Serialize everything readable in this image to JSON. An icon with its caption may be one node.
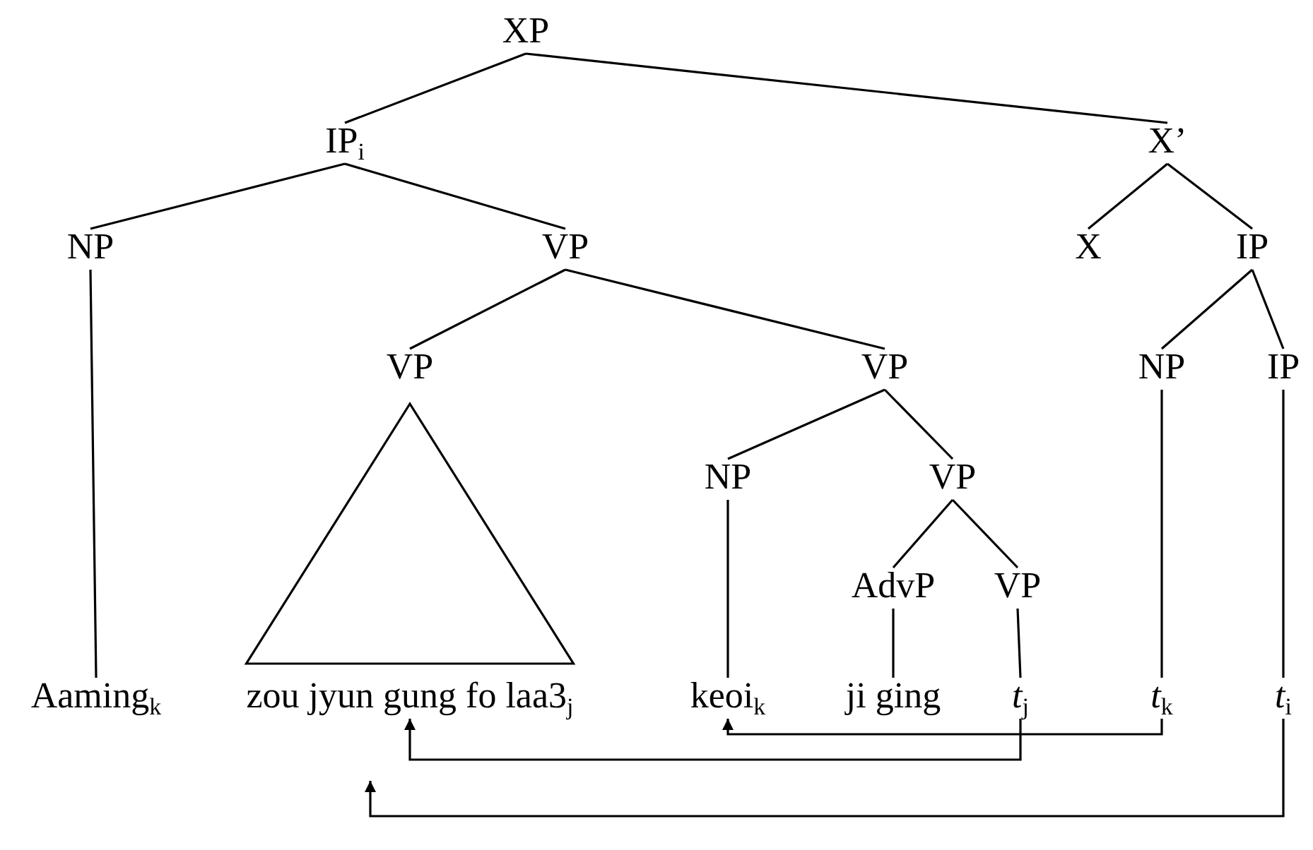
{
  "diagram": {
    "nodes": [
      {
        "text": [
          "XP"
        ]
      },
      {
        "text": [
          "IP$_{i}$"
        ]
      },
      {
        "text": [
          "X’"
        ]
      },
      {
        "text": [
          "NP"
        ]
      },
      {
        "text": [
          "VP"
        ]
      },
      {
        "text": [
          "X"
        ]
      },
      {
        "text": [
          "IP"
        ]
      },
      {
        "text": [
          "VP"
        ]
      },
      {
        "text": [
          "VP"
        ]
      },
      {
        "text": [
          "NP"
        ]
      },
      {
        "text": [
          "IP"
        ]
      },
      {
        "text": [
          "NP"
        ]
      },
      {
        "text": [
          "VP"
        ]
      },
      {
        "text": [
          "AdvP"
        ]
      },
      {
        "text": [
          "VP"
        ]
      },
      {
        "text": [
          "Aaming$_{k}$"
        ]
      },
      {
        "text": [
          "zou jyun gung fo laa3$_{j}$"
        ]
      },
      {
        "text": [
          "keoi$_{k}$"
        ]
      },
      {
        "text": [
          "ji ging"
        ]
      },
      {
        "text": [
          "*t*$_{j}$"
        ]
      },
      {
        "text": [
          "*t*$_{k}$"
        ]
      },
      {
        "text": [
          "*t*$_{i}$"
        ]
      }
    ],
    "edges": [
      {
        "from": 0,
        "to": 1,
        "arrow": "none"
      },
      {
        "from": 0,
        "to": 2,
        "arrow": "none"
      },
      {
        "from": 1,
        "to": 3,
        "arrow": "none"
      },
      {
        "from": 1,
        "to": 4,
        "arrow": "none"
      },
      {
        "from": 2,
        "to": 5,
        "arrow": "none"
      },
      {
        "from": 2,
        "to": 6,
        "arrow": "none"
      },
      {
        "from": 4,
        "to": 7,
        "arrow": "none"
      },
      {
        "from": 4,
        "to": 8,
        "arrow": "none"
      },
      {
        "from": 6,
        "to": 9,
        "arrow": "none"
      },
      {
        "from": 6,
        "to": 10,
        "arrow": "none"
      },
      {
        "from": 8,
        "to": 11,
        "arrow": "none"
      },
      {
        "from": 8,
        "to": 12,
        "arrow": "none"
      },
      {
        "from": 12,
        "to": 13,
        "arrow": "none"
      },
      {
        "from": 12,
        "to": 14,
        "arrow": "none"
      },
      {
        "from": 3,
        "to": 15,
        "arrow": "none"
      },
      {
        "from": 7,
        "to": 16,
        "arrow": "none"
      },
      {
        "from": 11,
        "to": 17,
        "arrow": "none"
      },
      {
        "from": 13,
        "to": 18,
        "arrow": "none"
      },
      {
        "from": 14,
        "to": 19,
        "arrow": "none"
      },
      {
        "from": 9,
        "to": 20,
        "arrow": "none"
      },
      {
        "from": 10,
        "to": 21,
        "arrow": "none"
      },
      {
        "from": 19,
        "to": 16,
        "arrow": "to"
      },
      {
        "from": 20,
        "to": 17,
        "arrow": "to"
      },
      {
        "from": 21,
        "to": null,
        "arrow": "to"
      }
    ]
  }
}
